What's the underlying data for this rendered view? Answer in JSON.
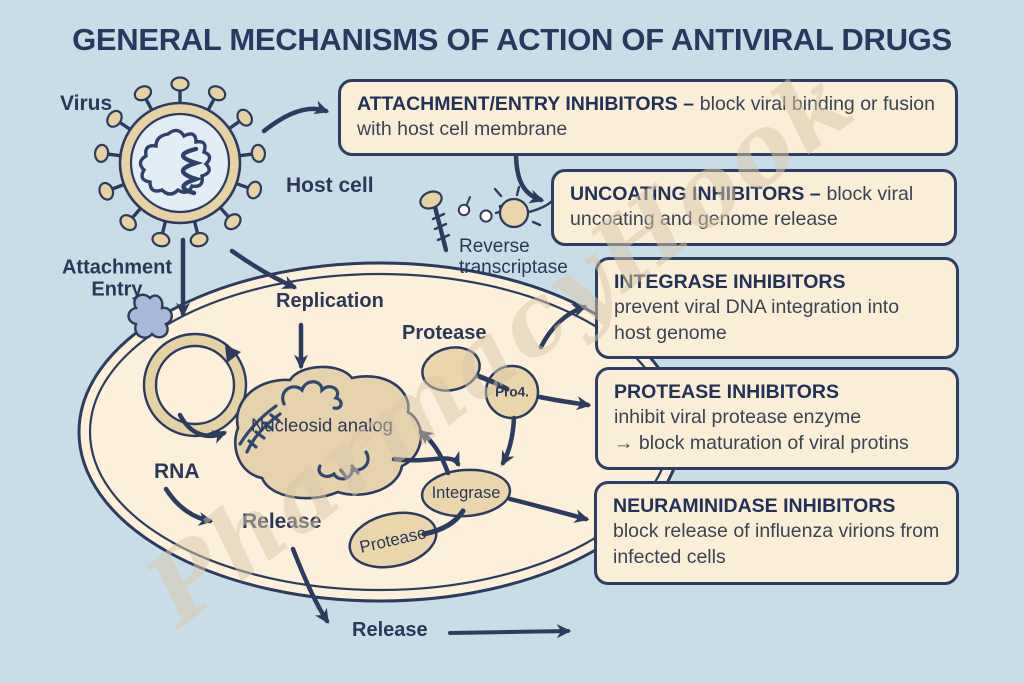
{
  "title": "GENERAL MECHANISMS OF ACTION OF ANTIVIRAL DRUGS",
  "watermark": "PharmacyHook",
  "labels": {
    "virus": "Virus",
    "host_cell": "Host cell",
    "attachment_line1": "Attachment",
    "attachment_line2": "Entry",
    "replication": "Replication",
    "protease_upper": "Protease",
    "reverse_line1": "Reverse",
    "reverse_line2": "transcriptase",
    "nucleoside_analog": "Nucleosid analog",
    "rna": "RNA",
    "release_inner": "Release",
    "integrase": "Integrase",
    "protease_lower": "Protease",
    "pro4": "Pro4.",
    "release_bottom": "Release"
  },
  "boxes": [
    {
      "title": "ATTACHMENT/ENTRY INHIBITORS –",
      "body": "block viral binding or fusion with host cell membrane"
    },
    {
      "title": "UNCOATING INHIBITORS –",
      "body": "block viral uncoating and genome release"
    },
    {
      "title": "INTEGRASE INHIBITORS",
      "body": "prevent viral DNA integration into host genome"
    },
    {
      "title": "PROTEASE INHIBITORS",
      "body": "inhibit viral protease enzyme",
      "body2": "→ block maturation of viral protins"
    },
    {
      "title": "NEURAMINIDASE INHIBITORS",
      "body": "block release of influenza virions from infected cells"
    }
  ],
  "colors": {
    "background": "#c9dde9",
    "box_fill": "#faeed7",
    "outline_navy": "#2c3b5e",
    "cell_fill": "#fcf0da",
    "organelle_tan": "#e7d2a4",
    "receptor_blue": "#a8b9dc"
  }
}
